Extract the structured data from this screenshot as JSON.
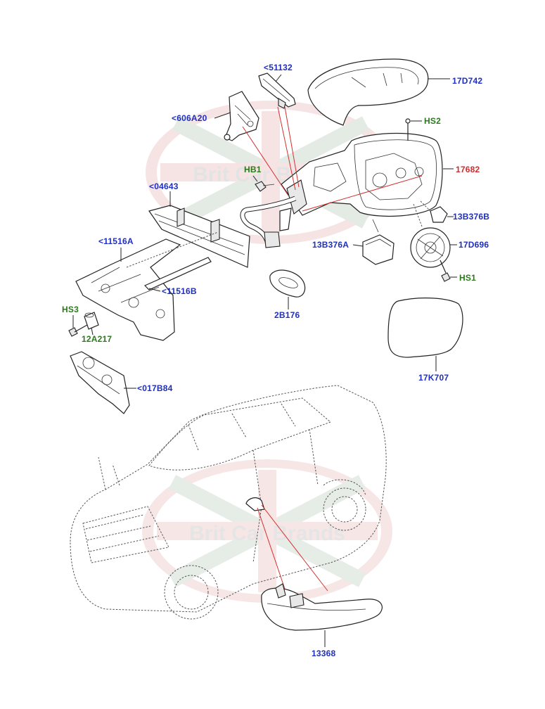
{
  "colors": {
    "label_blue": "#1f2fbf",
    "label_green": "#2a7a1a",
    "label_red": "#d42a2a",
    "leader_red": "#d43030"
  },
  "watermark": {
    "text_top": "Brit Car Brands",
    "text_bottom": "Brit Car Brands"
  },
  "labels": {
    "p51132": "<51132",
    "p17D742": "17D742",
    "p606A20": "<606A20",
    "HS2": "HS2",
    "HB1": "HB1",
    "p17682": "17682",
    "p04643": "<04643",
    "p13B376B": "13B376B",
    "p11516A": "<11516A",
    "p13B376A": "13B376A",
    "p17D696": "17D696",
    "HS1": "HS1",
    "p11516B": "<11516B",
    "HS3": "HS3",
    "p2B176": "2B176",
    "p12A217": "12A217",
    "p17K707": "17K707",
    "p017B84": "<017B84",
    "p13368": "13368"
  }
}
